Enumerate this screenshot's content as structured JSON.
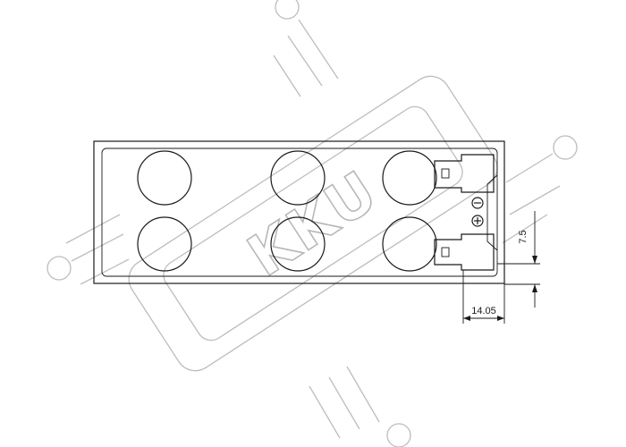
{
  "drawing": {
    "dimension_width": "14.05",
    "dimension_height": "7.5",
    "terminal_top_symbol": "minus",
    "terminal_bottom_symbol": "plus"
  },
  "watermark": {
    "text": "KKU"
  },
  "colors": {
    "line": "#1a1a1a",
    "watermark": "#bdbdbd"
  }
}
